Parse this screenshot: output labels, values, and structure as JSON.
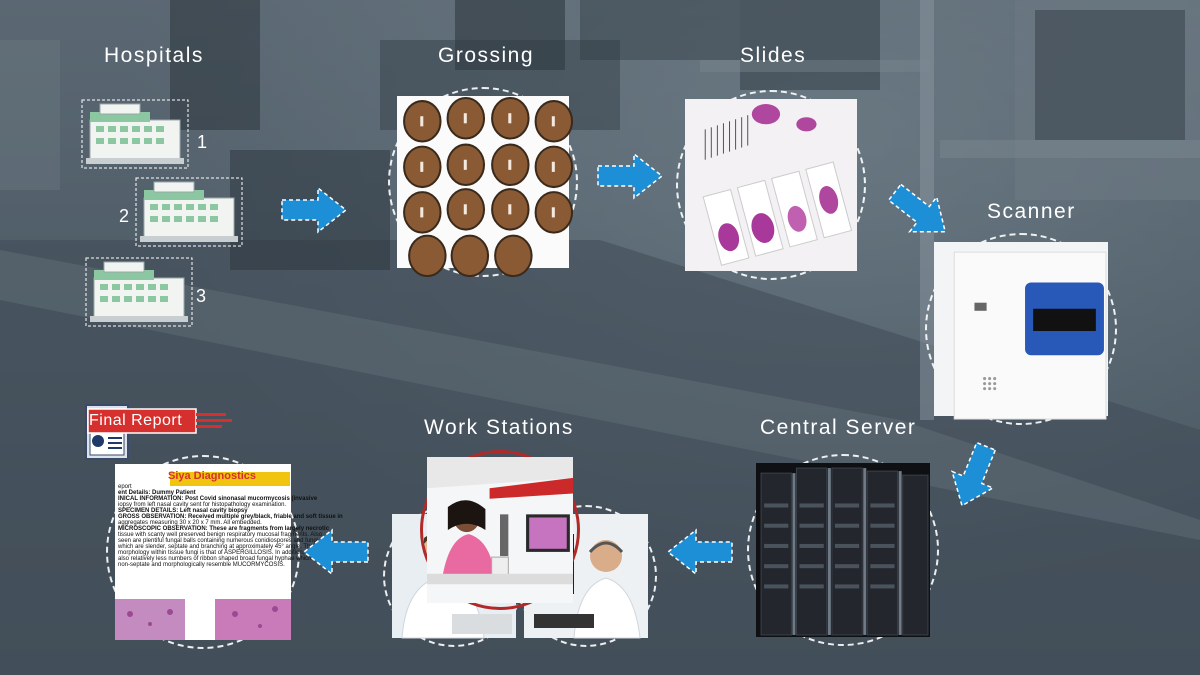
{
  "stages": {
    "hospitals": "Hospitals",
    "grossing": "Grossing",
    "slides": "Slides",
    "scanner": "Scanner",
    "central_server": "Central Server",
    "work_stations": "Work Stations",
    "final_report": "Final Report"
  },
  "hospital_numbers": [
    "1",
    "2",
    "3"
  ],
  "report_document": {
    "title": "Siya Diagnostics",
    "lines": [
      "eport",
      "ent Details: Dummy Patient",
      "INICAL INFORMATION: Post Covid sinonasal mucormycosis (invasive",
      "iopsy from left nasal cavity sent for histopathology examination.",
      "SPECIMEN DETAILS: Left nasal cavity biopsy",
      "GROSS OBSERVATION: Received multiple grey/black, friable and soft tissue in",
      "aggregates measuring 30 x 20 x 7 mm. All embedded.",
      "MICROSCOPIC OBSERVATION: These are fragments from largely necrotic",
      "tissue with scanty well preserved benign respiratory mucosal fragments. Also",
      "seen are plentiful fungal balls containing numerous conidiospores and fungi",
      "which are slender, septate and branching at approximately 45° angle. The",
      "morphology within tissue fungi is that of ASPERGILLOSIS. In addition, there are",
      "also relatively less numbers of ribbon shaped broad fungal hyphae which are",
      "non-septate and morphologically resemble MUCORMYCOSIS."
    ]
  },
  "colors": {
    "arrow": "#1c8fd6",
    "report_red": "#d6302e",
    "building_green": "#8bc7a0"
  },
  "icons": [
    "arrow-right-icon",
    "arrow-down-icon",
    "arrow-left-icon",
    "building-icon",
    "report-icon"
  ]
}
